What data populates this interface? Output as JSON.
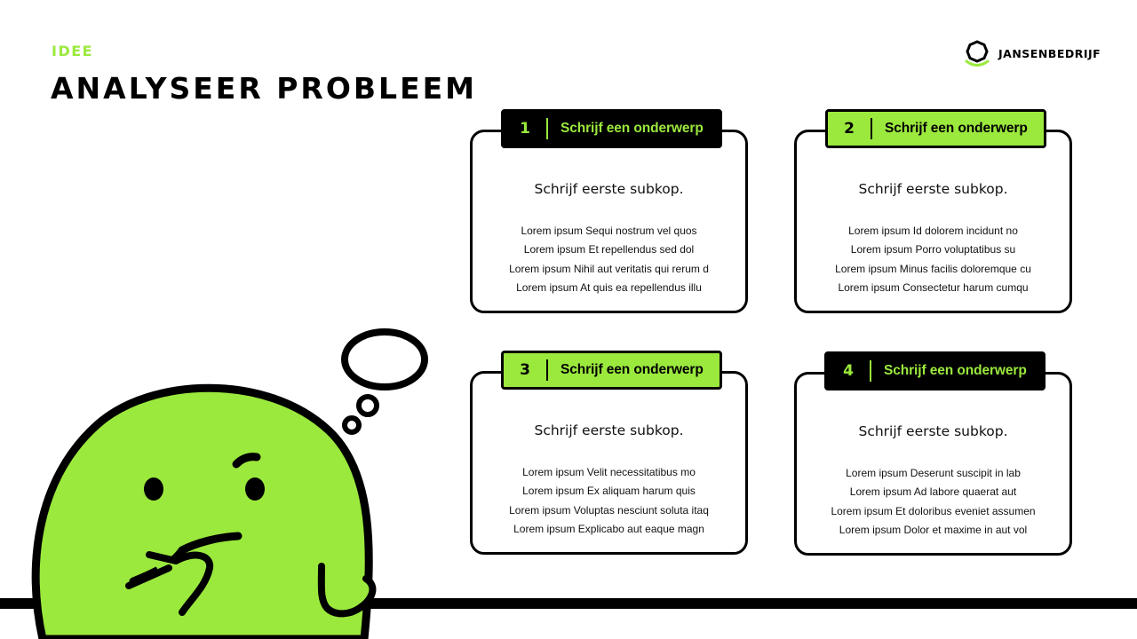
{
  "header": {
    "eyebrow": "IDEE",
    "title": "ANALYSEER PROBLEEM"
  },
  "brand": {
    "name": "JANSENBEDRIJF",
    "icon": "ring-logo-icon"
  },
  "colors": {
    "accent": "#9be93d",
    "ink": "#000000",
    "background": "#ffffff"
  },
  "cards": [
    {
      "number": "1",
      "title": "Schrijf een onderwerp",
      "style": "dark",
      "subtitle": "Schrijf eerste subkop.",
      "lines": [
        "Lorem ipsum Sequi nostrum vel quos",
        "Lorem ipsum Et repellendus sed dol",
        "Lorem ipsum Nihil aut veritatis qui rerum d",
        "Lorem ipsum At quis ea repellendus illu"
      ]
    },
    {
      "number": "2",
      "title": "Schrijf een onderwerp",
      "style": "green",
      "subtitle": "Schrijf eerste subkop.",
      "lines": [
        "Lorem ipsum Id dolorem incidunt no",
        "Lorem ipsum Porro voluptatibus su",
        "Lorem ipsum Minus facilis doloremque cu",
        "Lorem ipsum Consectetur harum cumqu"
      ]
    },
    {
      "number": "3",
      "title": "Schrijf een onderwerp",
      "style": "green",
      "subtitle": "Schrijf eerste subkop.",
      "lines": [
        "Lorem ipsum Velit necessitatibus mo",
        "Lorem ipsum Ex aliquam harum quis",
        "Lorem ipsum Voluptas nesciunt soluta itaq",
        "Lorem ipsum Explicabo aut eaque magn"
      ]
    },
    {
      "number": "4",
      "title": "Schrijf een onderwerp",
      "style": "dark",
      "subtitle": "Schrijf eerste subkop.",
      "lines": [
        "Lorem ipsum Deserunt suscipit in lab",
        "Lorem ipsum Ad labore quaerat aut",
        "Lorem ipsum Et doloribus eveniet assumen",
        "Lorem ipsum Dolor et maxime in aut vol"
      ]
    }
  ],
  "illustration": {
    "icon": "thinking-face-mascot-icon",
    "bubble_icon": "thought-bubble-icon"
  }
}
